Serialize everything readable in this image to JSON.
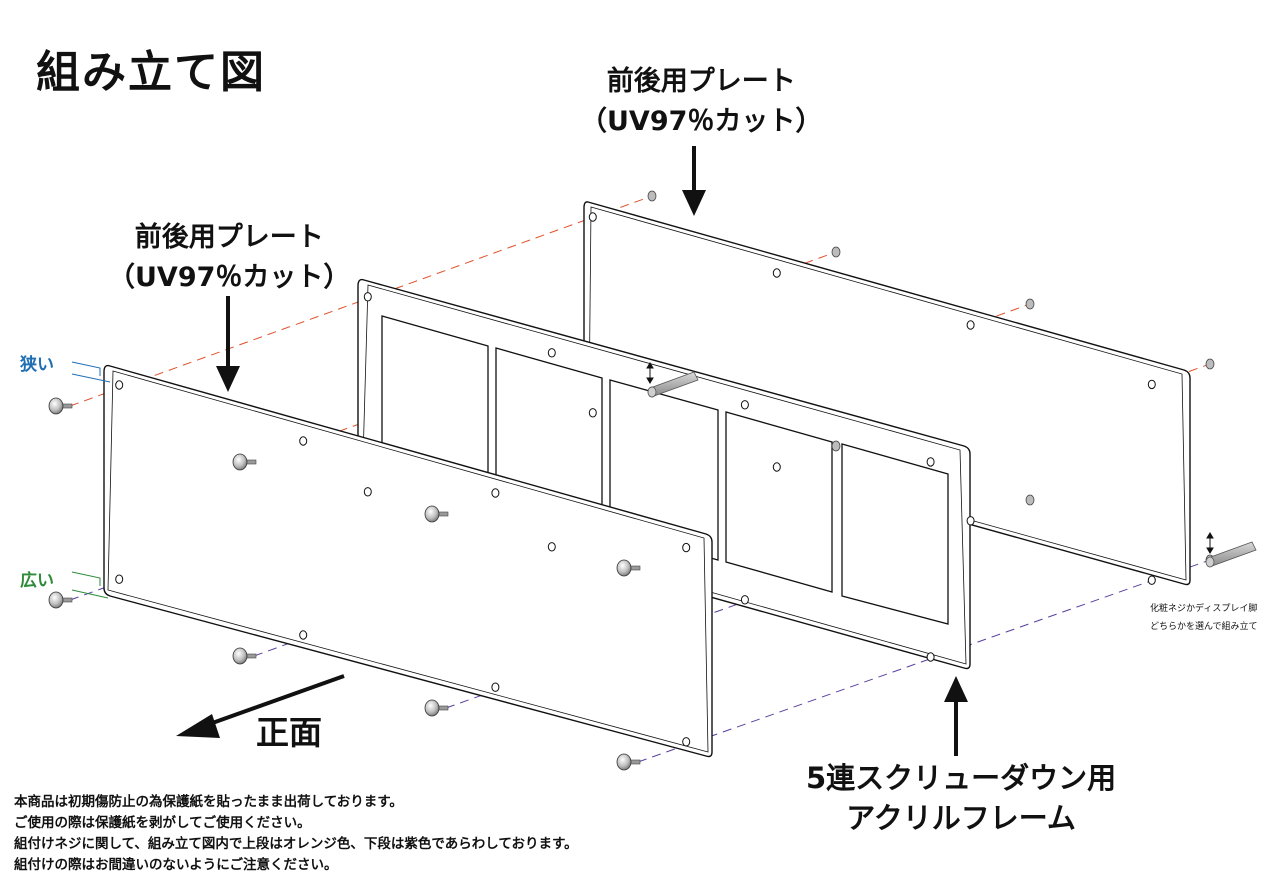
{
  "title": "組み立て図",
  "back_plate": {
    "line1": "前後用プレート",
    "line2": "（UV97％カット）"
  },
  "front_plate": {
    "line1": "前後用プレート",
    "line2": "（UV97％カット）"
  },
  "frame": {
    "line1": "5連スクリューダウン用",
    "line2": "アクリルフレーム"
  },
  "front_direction": "正面",
  "gap_narrow": "狭い",
  "gap_wide": "広い",
  "screw_note": {
    "line1": "化粧ネジかディスプレイ脚",
    "line2": "どちらかを選んで組み立て"
  },
  "notes": [
    "本商品は初期傷防止の為保護紙を貼ったまま出荷しております。",
    "ご使用の際は保護紙を剥がしてご使用ください。",
    "組付けネジに関して、組み立て図内で上段はオレンジ色、下段は紫色であらわしております。",
    "組付けの際はお間違いのないようにご注意ください。"
  ],
  "colors": {
    "upper_guide": "#e0502a",
    "lower_guide": "#5a3fa0",
    "narrow_label": "#1f6fb5",
    "wide_label": "#2e8b3a",
    "outline": "#111111"
  }
}
